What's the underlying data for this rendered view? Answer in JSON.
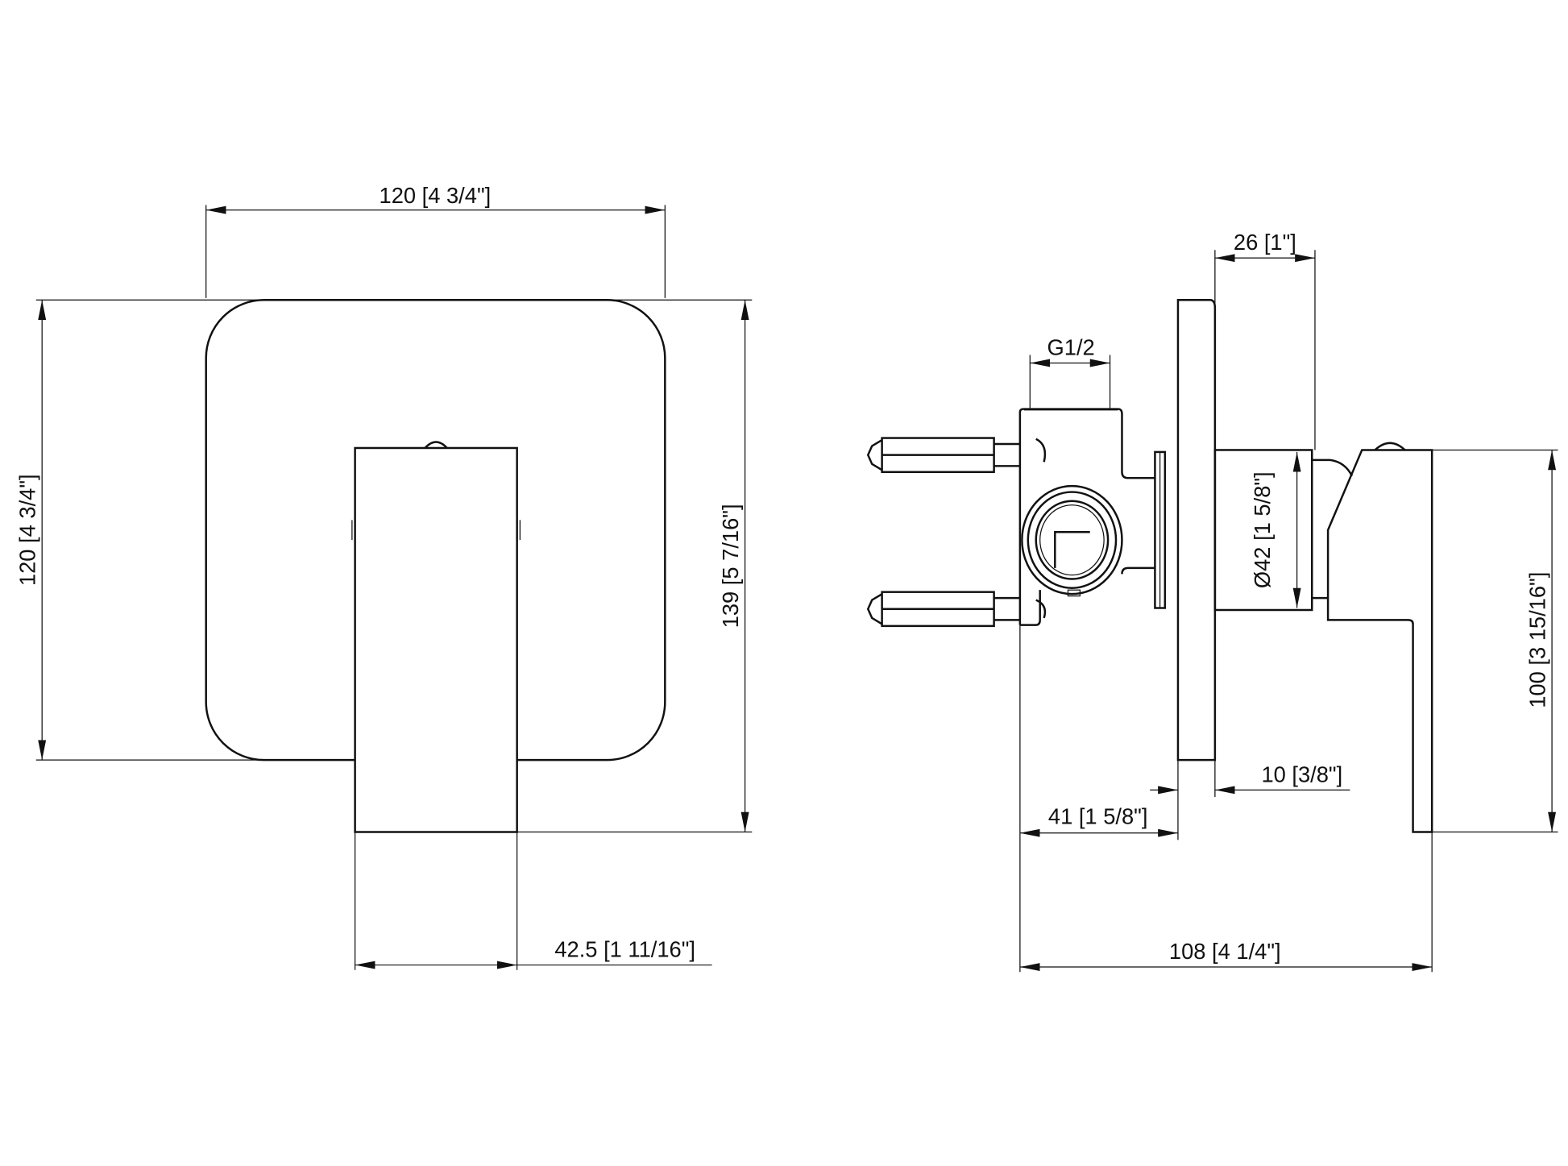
{
  "front_view": {
    "width_dim": "120 [4 3/4\"]",
    "height_dim": "120 [4 3/4\"]",
    "total_height_dim": "139 [5 7/16\"]",
    "lever_width_dim": "42.5 [1 11/16\"]"
  },
  "side_view": {
    "plate_to_body_dim": "26 [1\"]",
    "thread_dim": "G1/2",
    "diameter_dim": "Ø42 [1 5/8\"]",
    "plate_thickness_dim": "10 [3/8\"]",
    "valve_depth_dim": "41 [1 5/8\"]",
    "total_depth_dim": "108 [4 1/4\"]",
    "lever_height_dim": "100 [3 15/16\"]"
  }
}
